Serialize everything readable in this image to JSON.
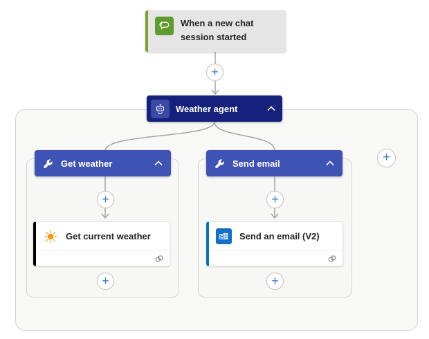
{
  "trigger": {
    "title": "When a new chat session started",
    "icon": "chat-icon",
    "accent_color": "#7ca12c",
    "icon_color": "#5f9c2e"
  },
  "agent": {
    "title": "Weather agent",
    "icon": "robot-icon",
    "color": "#15217d"
  },
  "branches": [
    {
      "header": "Get weather",
      "header_icon": "wrench-icon",
      "header_color": "#3e53b4",
      "action": {
        "title": "Get current weather",
        "icon": "sun-icon",
        "accent_color": "#000000",
        "footer_icon": "connection-icon"
      }
    },
    {
      "header": "Send email",
      "header_icon": "wrench-icon",
      "header_color": "#3e53b4",
      "action": {
        "title": "Send an email (V2)",
        "icon": "outlook-icon",
        "accent_color": "#0f6cbd",
        "footer_icon": "connection-icon"
      }
    }
  ],
  "buttons": {
    "insert_step_plus": "+",
    "add_action_left_plus": "+",
    "add_action_right_plus": "+",
    "new_action_left_plus": "+",
    "new_action_right_plus": "+",
    "add_tool_plus": "+"
  },
  "colors": {
    "connector": "#a6a4a2",
    "plus": "#4078d4",
    "container_border": "#d6d4d2",
    "container_bg": "#f8f8f7"
  }
}
